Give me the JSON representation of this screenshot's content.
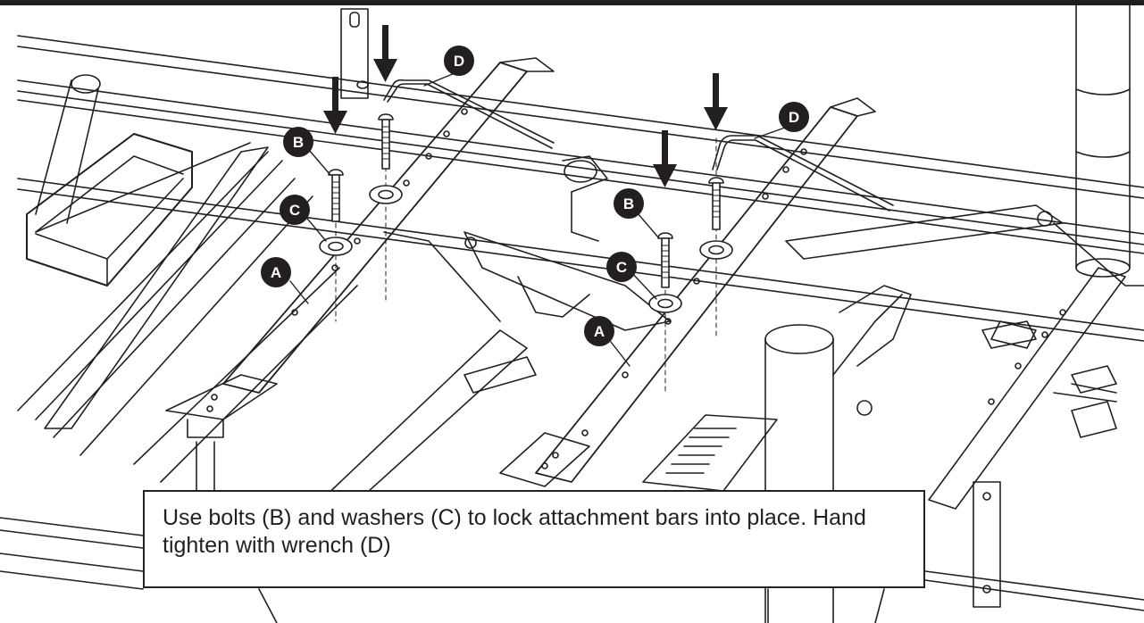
{
  "caption": "Use bolts (B) and washers (C) to lock attachment bars into place. Hand tighten with wrench (D)",
  "callouts": {
    "a_left": "A",
    "b_left": "B",
    "c_left": "C",
    "d_left": "D",
    "a_right": "A",
    "b_right": "B",
    "c_right": "C",
    "d_right": "D"
  },
  "colors": {
    "line": "#231f20",
    "callout_fill": "#231f20",
    "background": "#ffffff"
  }
}
